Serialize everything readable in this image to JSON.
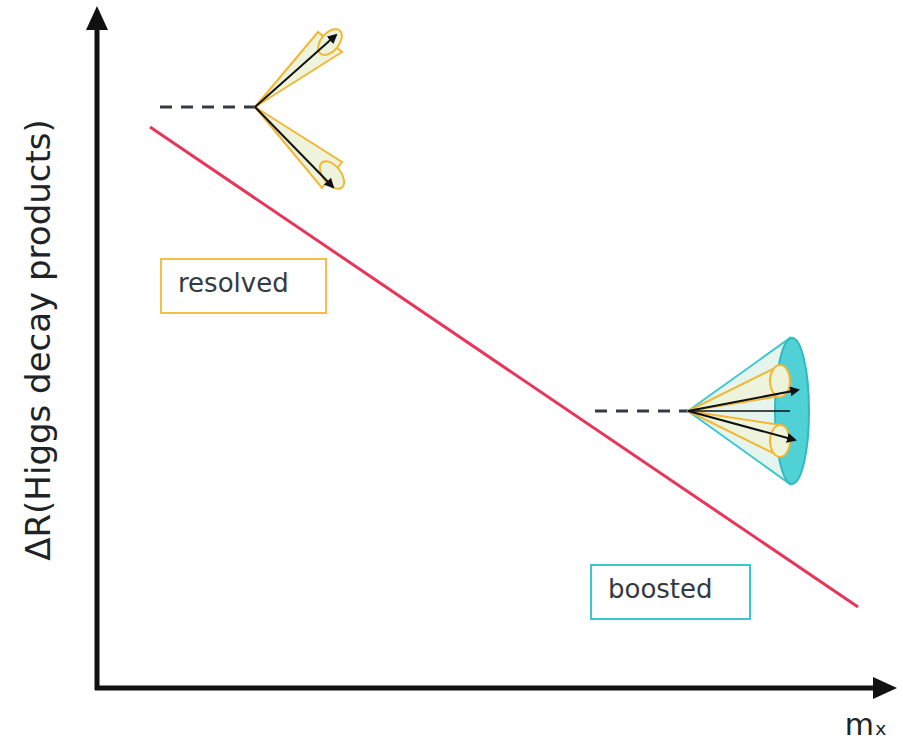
{
  "diagram": {
    "nodes": [
      {
        "text": [
          "resolved"
        ]
      },
      {
        "text": [
          "boosted"
        ]
      }
    ],
    "labels": [
      "ΔR(Higgs decay products)",
      "mₓ"
    ]
  }
}
